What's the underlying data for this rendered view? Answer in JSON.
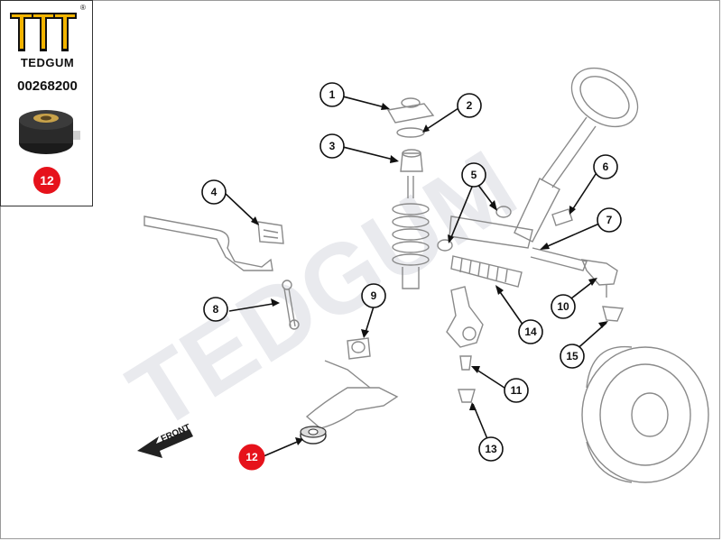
{
  "brand": {
    "name": "TEDGUM",
    "part_number": "00268200",
    "logo_icon": "tedgum-logo-icon",
    "registered_mark": "®"
  },
  "selected_part": {
    "number": "12",
    "color": "#e6121b"
  },
  "callouts": [
    "1",
    "2",
    "3",
    "4",
    "5",
    "6",
    "7",
    "8",
    "9",
    "10",
    "11",
    "12",
    "13",
    "14",
    "15"
  ],
  "front_label": "FRONT",
  "watermark": "TEDGUM",
  "colors": {
    "accent": "#e6121b",
    "line": "#3a3a3a",
    "parts": "#8a8a8a"
  }
}
